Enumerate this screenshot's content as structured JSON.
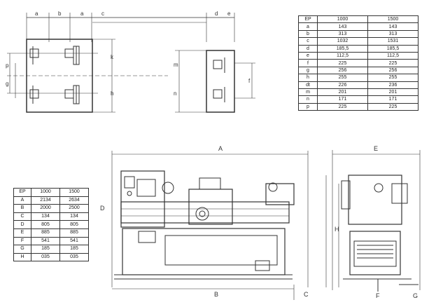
{
  "foundation_table": {
    "header": [
      "EP",
      "1000",
      "1500"
    ],
    "rows": [
      [
        "a",
        "143",
        "143"
      ],
      [
        "b",
        "313",
        "313"
      ],
      [
        "c",
        "1032",
        "1531"
      ],
      [
        "d",
        "185,5",
        "185,5"
      ],
      [
        "e",
        "112,5",
        "112,5"
      ],
      [
        "f",
        "225",
        "225"
      ],
      [
        "g",
        "256",
        "256"
      ],
      [
        "h",
        "255",
        "255"
      ],
      [
        "dt",
        "226",
        "236"
      ],
      [
        "m",
        "201",
        "201"
      ],
      [
        "n",
        "171",
        "171"
      ],
      [
        "p",
        "225",
        "225"
      ]
    ]
  },
  "dimensions_table": {
    "header": [
      "EP",
      "1000",
      "1500"
    ],
    "rows": [
      [
        "A",
        "2134",
        "2634"
      ],
      [
        "B",
        "2000",
        "2500"
      ],
      [
        "C",
        "134",
        "134"
      ],
      [
        "D",
        "805",
        "805"
      ],
      [
        "E",
        "885",
        "885"
      ],
      [
        "F",
        "541",
        "541"
      ],
      [
        "G",
        "185",
        "185"
      ],
      [
        "H",
        "035",
        "035"
      ]
    ]
  },
  "plan_labels": {
    "top": [
      "a",
      "b",
      "a",
      "c",
      "d",
      "e"
    ],
    "k": "k",
    "h": "h",
    "m": "m",
    "n": "n",
    "p": "p",
    "g": "g",
    "f": "f"
  },
  "machine_labels": {
    "A": "A",
    "B": "B",
    "C": "C",
    "D": "D",
    "E": "E",
    "F": "F",
    "G": "G",
    "H": "H"
  }
}
